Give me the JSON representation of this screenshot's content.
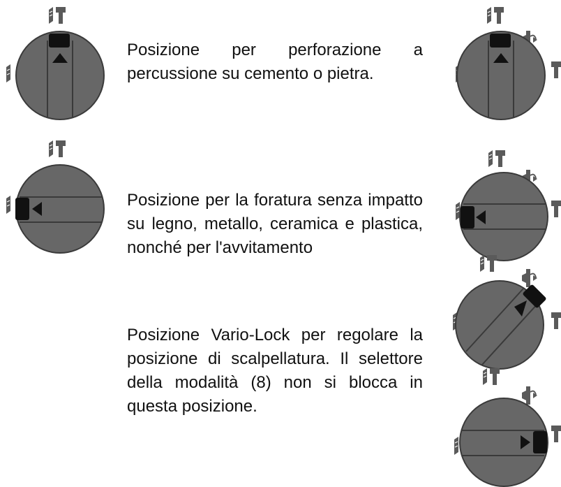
{
  "sections": [
    {
      "id": "percussion",
      "text": "Posizione per perforazione a percussione su cemento o pietra."
    },
    {
      "id": "drilling",
      "text": "Posizione per la foratura senza impatto su legno, metallo, ceramica e plastica, nonché per l'avvitamento"
    },
    {
      "id": "vario_lock",
      "text": "Posizione Vario-Lock per regolare la posizione di scalpellatura. Il selettore della modalità (8) non si blocca in questa posizione."
    }
  ],
  "colors": {
    "dial": "#676767",
    "stroke": "#3a3a3a",
    "icon": "#555555",
    "text": "#111111"
  },
  "icons": [
    "hammer-drill-icon",
    "drill-bit-icon",
    "chisel-icon",
    "rotation-icon"
  ]
}
